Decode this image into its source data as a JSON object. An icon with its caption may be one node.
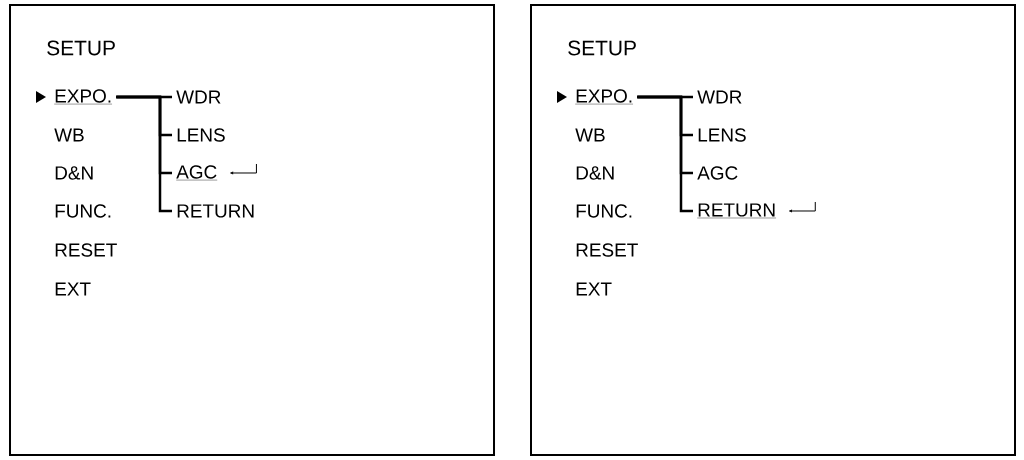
{
  "diagram": {
    "nodes": [
      {
        "text": [
          "SETUP"
        ]
      },
      {
        "text": [
          "EXPO."
        ],
        "in": 0
      },
      {
        "text": [
          "WDR"
        ],
        "in": 0
      },
      {
        "text": [
          "WB"
        ],
        "in": 0
      },
      {
        "text": [
          "LENS"
        ],
        "in": 0
      },
      {
        "text": [
          "D&N"
        ],
        "in": 0
      },
      {
        "text": [
          "AGC"
        ],
        "in": 0
      },
      {
        "text": [
          "FUNC."
        ],
        "in": 0
      },
      {
        "text": [
          "RETURN"
        ],
        "in": 0
      },
      {
        "text": [
          "RESET"
        ],
        "in": 0
      },
      {
        "text": [
          "EXT"
        ],
        "in": 0
      },
      {
        "text": [
          "SETUP"
        ]
      },
      {
        "text": [
          "EXPO."
        ],
        "in": 11
      },
      {
        "text": [
          "WDR"
        ],
        "in": 11
      },
      {
        "text": [
          "WB"
        ],
        "in": 11
      },
      {
        "text": [
          "LENS"
        ],
        "in": 11
      },
      {
        "text": [
          "D&N"
        ],
        "in": 11
      },
      {
        "text": [
          "AGC"
        ],
        "in": 11
      },
      {
        "text": [
          "FUNC."
        ],
        "in": 11
      },
      {
        "text": [
          "RETURN"
        ],
        "in": 11
      },
      {
        "text": [
          "RESET"
        ],
        "in": 11
      },
      {
        "text": [
          "EXT"
        ],
        "in": 11
      }
    ],
    "edges": [
      {
        "from": 1,
        "to": 2,
        "arrow": "none"
      },
      {
        "from": 1,
        "to": 4,
        "arrow": "none"
      },
      {
        "from": 1,
        "to": 6,
        "arrow": "none"
      },
      {
        "from": 1,
        "to": 8,
        "arrow": "none"
      },
      {
        "from": 12,
        "to": 13,
        "arrow": "none"
      },
      {
        "from": 12,
        "to": 15,
        "arrow": "none"
      },
      {
        "from": 12,
        "to": 17,
        "arrow": "none"
      },
      {
        "from": 12,
        "to": 19,
        "arrow": "none"
      }
    ]
  }
}
